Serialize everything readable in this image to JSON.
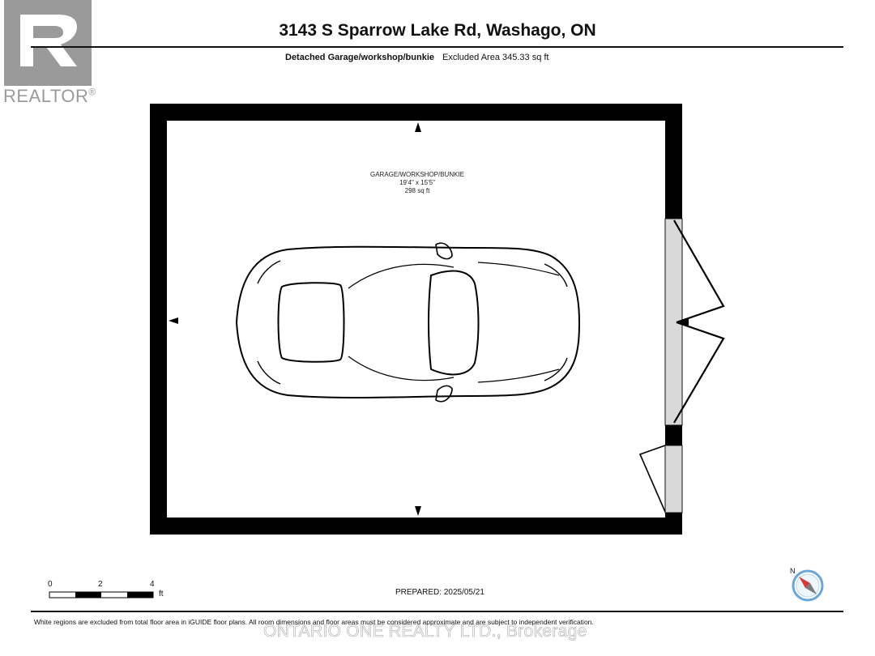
{
  "header": {
    "address": "3143 S Sparrow Lake Rd, Washago, ON",
    "floor_name": "Detached Garage/workshop/bunkie",
    "excluded_area": "Excluded Area 345.33 sq ft"
  },
  "logo": {
    "brand_text": "REALTOR",
    "registered_mark": "®",
    "color": "#9a9a9a"
  },
  "floor_plan": {
    "room": {
      "name": "GARAGE/WORKSHOP/BUNKIE",
      "dimensions": "19'4\" x 15'5\"",
      "area": "298 sq ft"
    },
    "wall_color": "#000000",
    "opening_fill": "#d9d9d9",
    "furniture_icon": "car-icon"
  },
  "scale_bar": {
    "ticks": [
      "0",
      "2",
      "4"
    ],
    "unit": "ft"
  },
  "compass": {
    "label": "N",
    "icon": "compass-icon",
    "needle_color": "#d23c3c",
    "ring_color": "#6aa7d8"
  },
  "footer": {
    "prepared": "PREPARED: 2025/05/21",
    "disclaimer": "White regions are excluded from total floor area in iGUIDE floor plans. All room dimensions and floor areas must be considered approximate and are subject to independent verification.",
    "watermark": "ONTARIO ONE REALTY LTD., Brokerage"
  }
}
